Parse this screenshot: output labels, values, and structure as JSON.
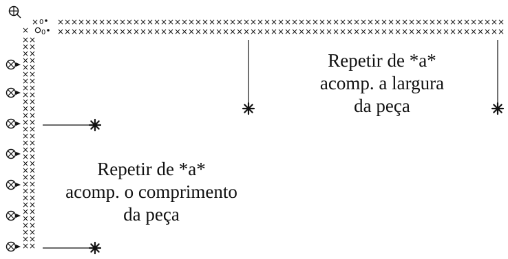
{
  "diagram": {
    "width_instruction": {
      "lines": [
        "Repetir de *a*",
        "acomp. a largura",
        "da peça"
      ]
    },
    "length_instruction": {
      "lines": [
        "Repetir de *a*",
        "acomp. o comprimento",
        "da peça"
      ]
    },
    "symbols": {
      "stitch": "×",
      "chain_start_icon": "start-ring-icon",
      "stitch_start_icon": "circle-x-icon",
      "marker_icon": "asterisk-marker-icon"
    },
    "colors": {
      "ink": "#111111",
      "background": "#ffffff"
    }
  }
}
